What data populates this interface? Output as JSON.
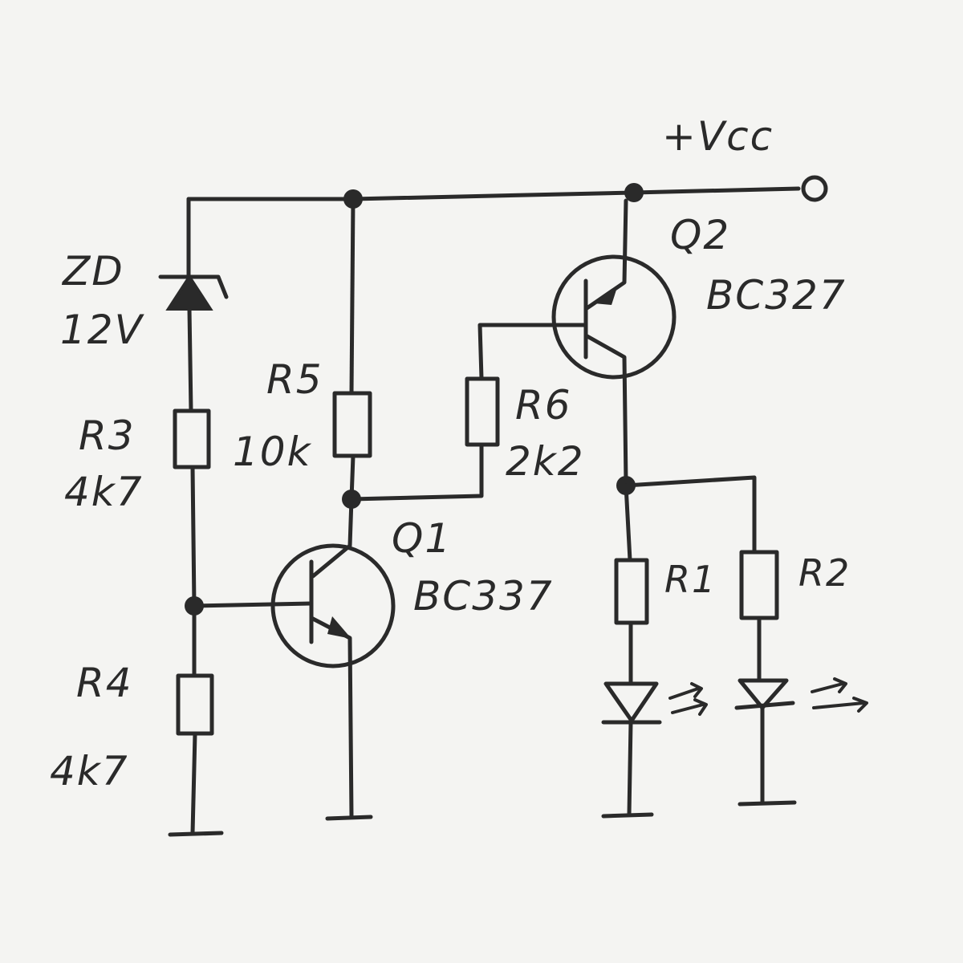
{
  "supply": {
    "label": "+Vcc"
  },
  "zener": {
    "name": "ZD",
    "value": "12V"
  },
  "resistors": [
    {
      "name": "R3",
      "value": "4k7"
    },
    {
      "name": "R4",
      "value": "4k7"
    },
    {
      "name": "R5",
      "value": "10k"
    },
    {
      "name": "R6",
      "value": "2k2"
    },
    {
      "name": "R1",
      "value": ""
    },
    {
      "name": "R2",
      "value": ""
    }
  ],
  "transistors": [
    {
      "name": "Q1",
      "part": "BC337",
      "type": "NPN"
    },
    {
      "name": "Q2",
      "part": "BC327",
      "type": "PNP"
    }
  ],
  "leds": [
    {
      "series_resistor": "R1"
    },
    {
      "series_resistor": "R2"
    }
  ],
  "colors": {
    "ink": "#2a2a2a",
    "paper": "#f4f4f2"
  }
}
